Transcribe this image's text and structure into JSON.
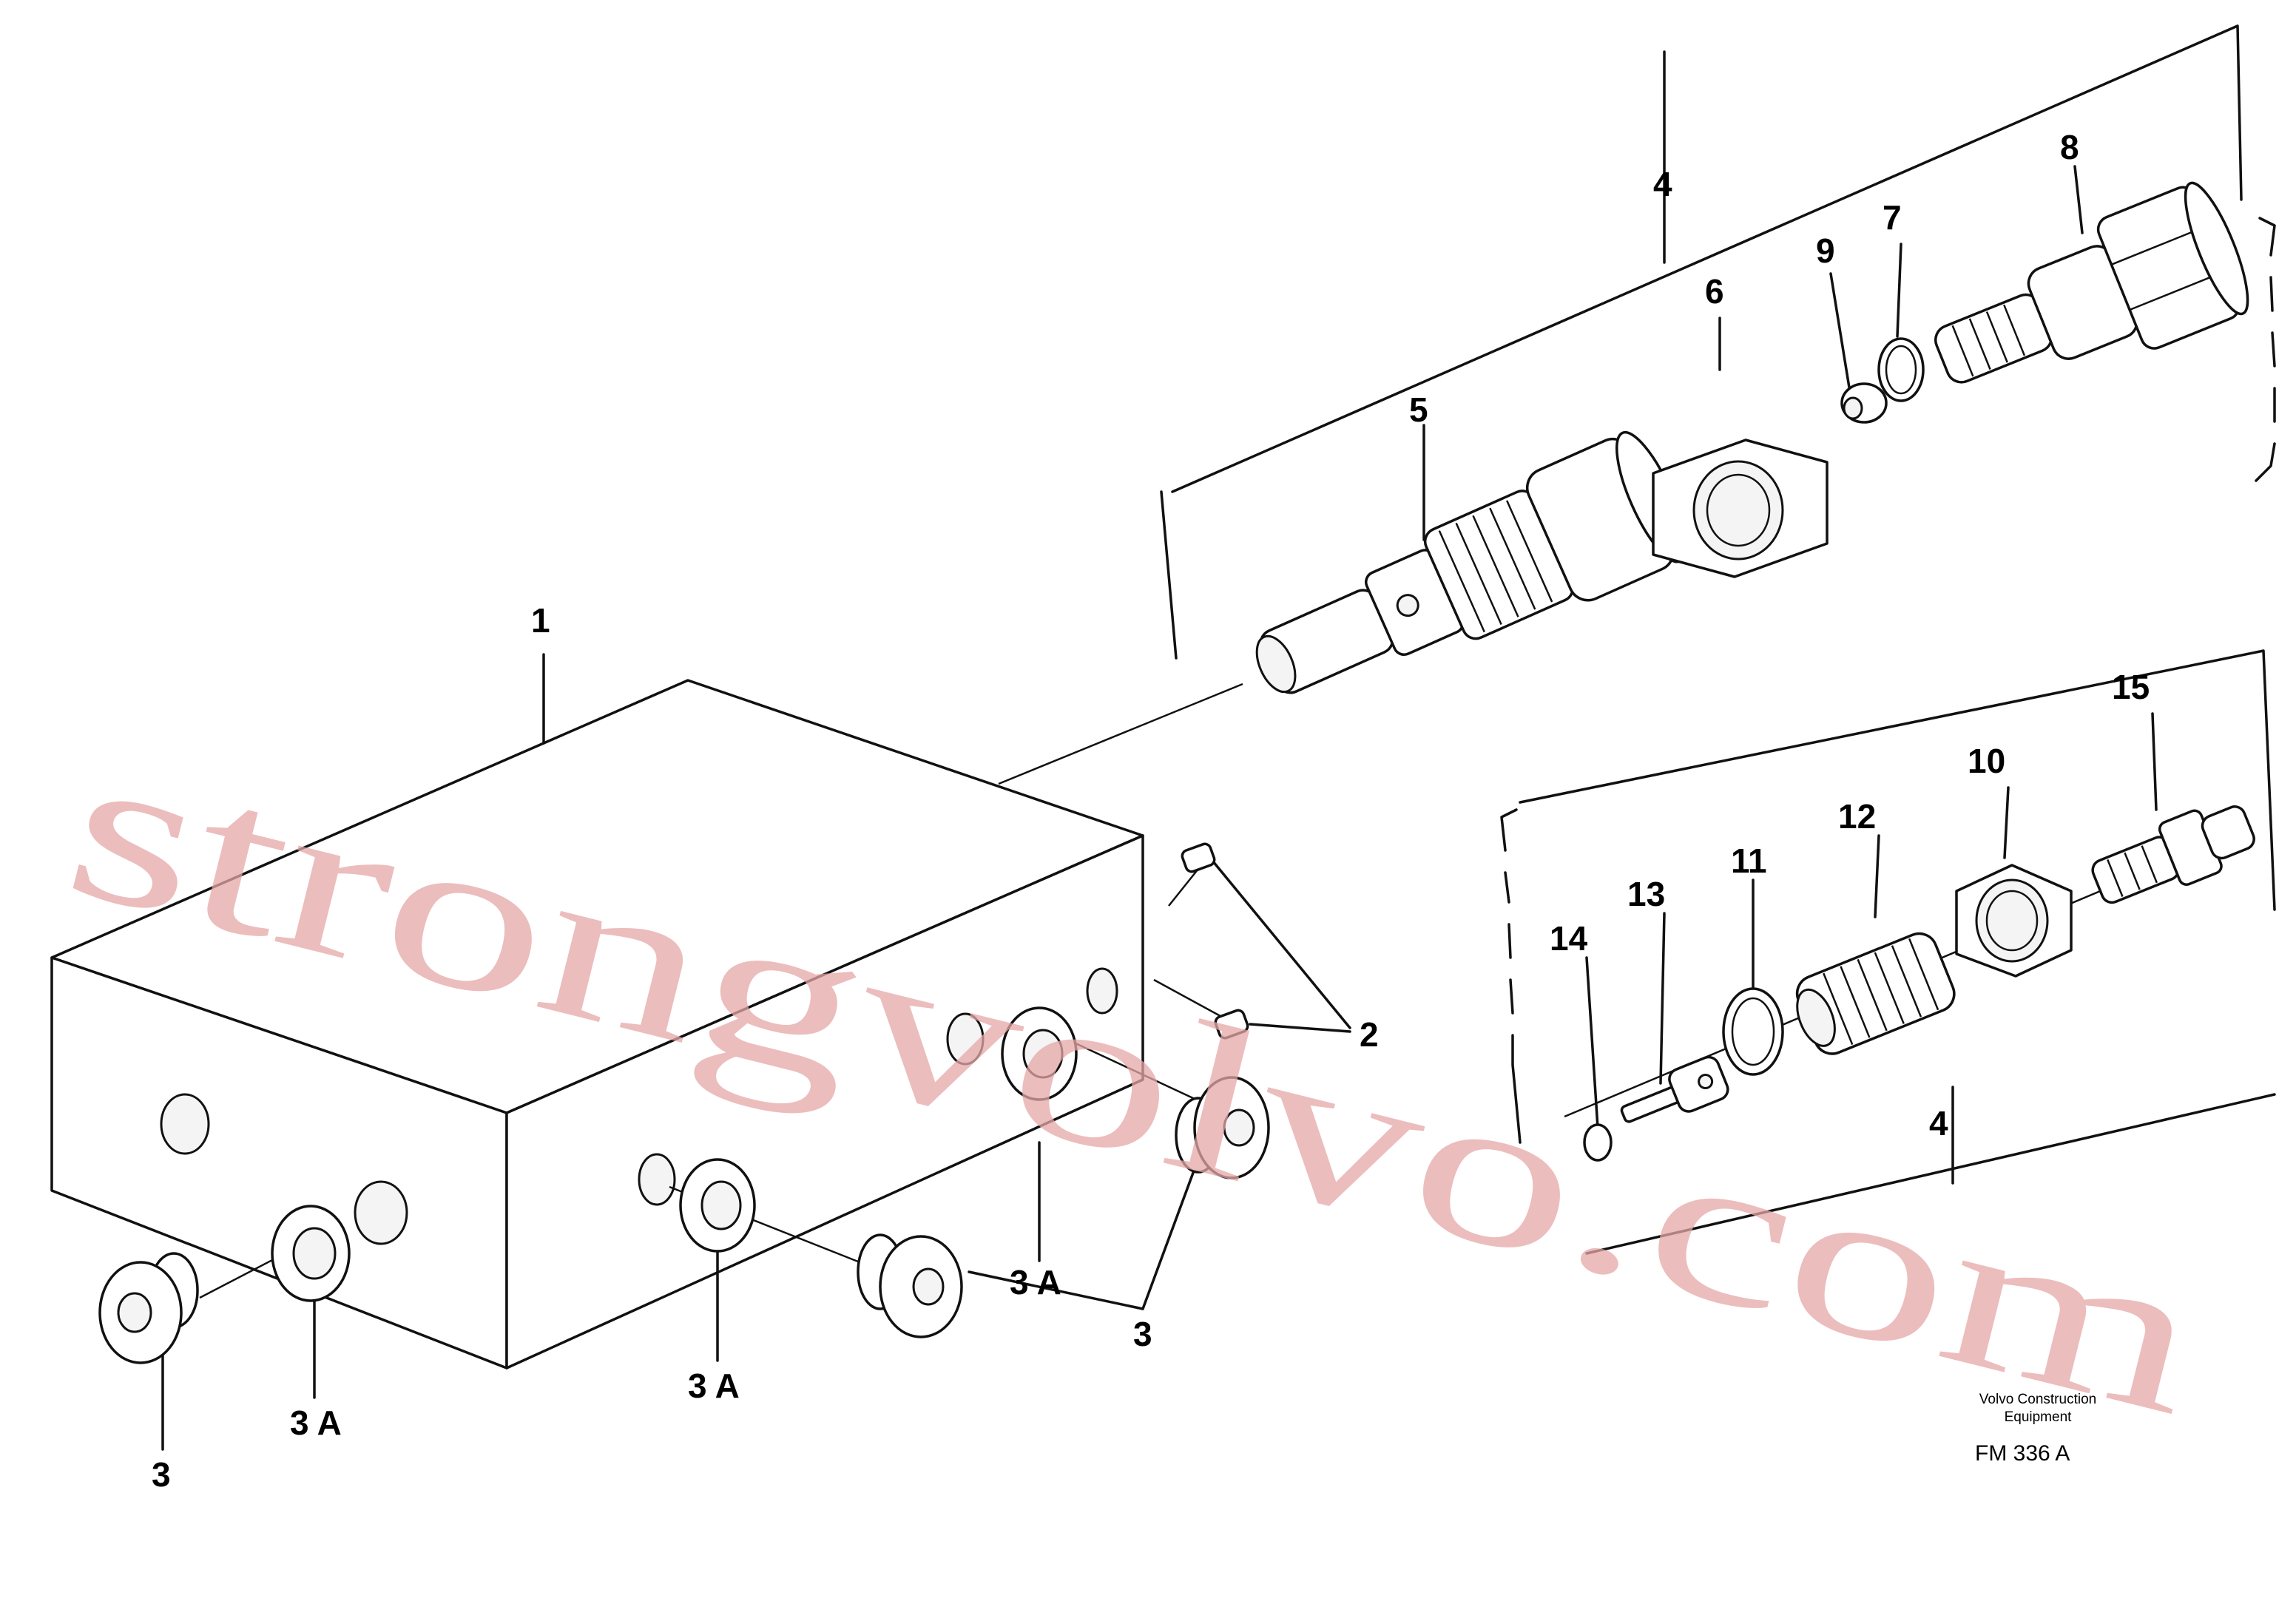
{
  "callouts": {
    "c1": "1",
    "c2": "2",
    "c3a": "3",
    "c3b": "3",
    "c3A_a": "3 A",
    "c3A_b": "3 A",
    "c3A_c": "3 A",
    "c4_top": "4",
    "c4_bottom": "4",
    "c5": "5",
    "c6": "6",
    "c7": "7",
    "c8": "8",
    "c9": "9",
    "c10": "10",
    "c11": "11",
    "c12": "12",
    "c13": "13",
    "c14": "14",
    "c15": "15"
  },
  "caption": {
    "line1": "Volvo Construction",
    "line2": "Equipment",
    "code": "FM 336 A"
  },
  "watermark": "strongvolvo.com"
}
